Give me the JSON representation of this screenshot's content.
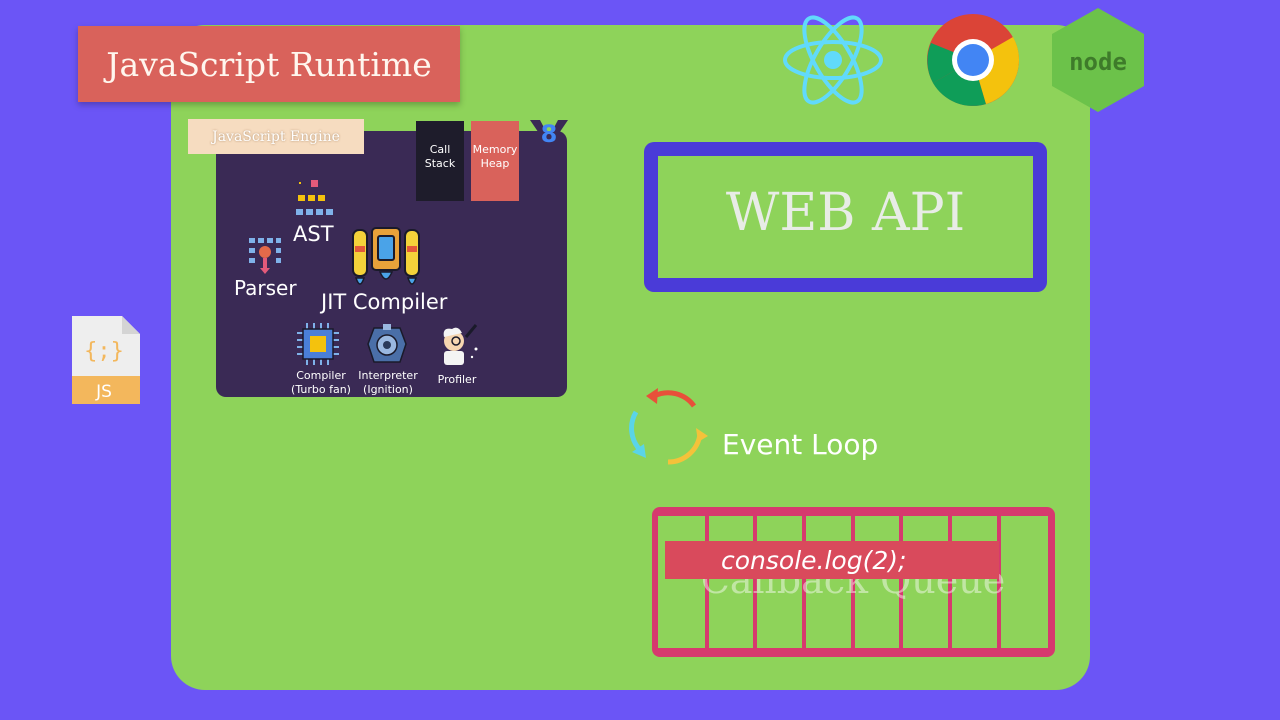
{
  "runtime": {
    "title": "JavaScript Runtime"
  },
  "engine": {
    "label": "JavaScript Engine",
    "call_stack": [
      "Call",
      "Stack"
    ],
    "memory_heap": [
      "Memory",
      "Heap"
    ],
    "ast": "AST",
    "parser": "Parser",
    "jit_compiler": "JIT Compiler",
    "compiler": [
      "Compiler",
      "(Turbo fan)"
    ],
    "interpreter": [
      "Interpreter",
      "(Ignition)"
    ],
    "profiler": "Profiler",
    "v8_logo": "8"
  },
  "web_api": {
    "label": "WEB API"
  },
  "event_loop": {
    "label": "Event Loop"
  },
  "callback_queue": {
    "label": "Callback Queue",
    "item": "console.log(2);"
  },
  "js_file": {
    "label": "JS",
    "symbol": "{;}"
  },
  "icons": [
    "react-icon",
    "chrome-icon",
    "node-icon",
    "js-file-icon",
    "v8-icon",
    "event-loop-icon",
    "ast-icon",
    "parser-icon",
    "jit-compiler-icon",
    "compiler-chip-icon",
    "interpreter-engine-icon",
    "profiler-scientist-icon"
  ],
  "colors": {
    "background": "#6b55f6",
    "runtime_panel": "#8ed35a",
    "title_bg": "#d9625b",
    "engine_bg": "#3a2a55",
    "web_api_border": "#4a3bd8",
    "callback_border": "#d63a6e"
  }
}
